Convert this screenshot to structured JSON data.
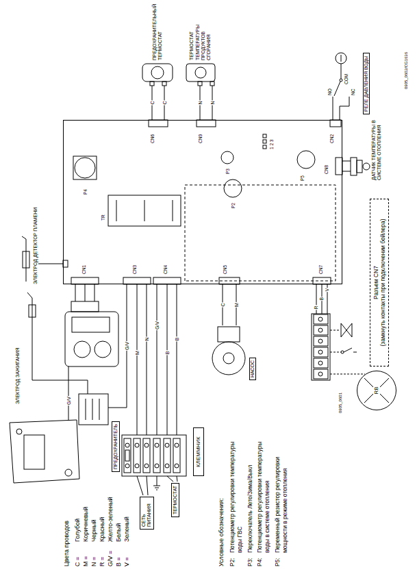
{
  "diagram": {
    "nodes": [
      {
        "text": [
          "P4",
          "TR",
          "P3",
          "P2",
          "P5",
          "CN1",
          "CN2",
          "CN3",
          "CN4",
          "CN5",
          "CN6",
          "CN7",
          "CN8",
          "CN9",
          "1 2 3"
        ]
      },
      {
        "text": [
          "ПРЕДОХРАНИТЕЛЬНЫЙ ТЕРМОСТАТ"
        ]
      },
      {
        "text": [
          "ТЕРМОСТАТ ТЕМПЕРАТУРЫ ПРОДУКТОВ СГОРАНИЯ"
        ]
      },
      {
        "text": [
          "РЕЛЕ ДАВЛЕНИЯ ВОДЫ"
        ]
      },
      {
        "text": [
          "ДАТЧИК ТЕМПЕРАТУРЫ В СИСТЕМЕ ОТОПЛЕНИЯ"
        ]
      },
      {
        "text": [
          "Разъем CN7",
          "(замкнуть контакты при подключении бойлера)"
        ]
      },
      {
        "text": [
          "ЭЛЕКТРОД ДЕТЕКТОР ПЛАМЕНИ"
        ]
      },
      {
        "text": [
          "ЭЛЕКТРОД ЗАЖИГАНИЯ"
        ]
      },
      {
        "text": [
          "НАСОС"
        ]
      },
      {
        "text": [
          "ПРЕДОХРАНИТЕЛЬ"
        ]
      },
      {
        "text": [
          "КЛЕММНИК"
        ]
      },
      {
        "text": [
          "СЕТЬ ПИТАНИЯ"
        ]
      },
      {
        "text": [
          "ТЕРМОСТАТ"
        ]
      },
      {
        "text": [
          "RB"
        ]
      }
    ],
    "edges": [
      {
        "from": 1,
        "to": 0,
        "arrow": "none",
        "label": "C"
      },
      {
        "from": 1,
        "to": 0,
        "arrow": "none",
        "label": "C"
      },
      {
        "from": 2,
        "to": 0,
        "arrow": "none",
        "label": "N"
      },
      {
        "from": 2,
        "to": 0,
        "arrow": "none",
        "label": "N"
      },
      {
        "from": 3,
        "to": 0,
        "arrow": "none"
      },
      {
        "from": 3,
        "to": 0,
        "arrow": "none"
      },
      {
        "from": 4,
        "to": 0,
        "arrow": "none"
      },
      {
        "from": 4,
        "to": 0,
        "arrow": "none"
      },
      {
        "from": 6,
        "to": 0,
        "arrow": "none"
      },
      {
        "from": 8,
        "to": 0,
        "arrow": "none",
        "label": "C"
      },
      {
        "from": 8,
        "to": 0,
        "arrow": "none",
        "label": "M"
      }
    ],
    "labels": [
      "Цвета проводов",
      "C =",
      "Голубой",
      "M =",
      "Коричневый",
      "N =",
      "Черный",
      "R =",
      "Красный",
      "G/V =",
      "Желто-зеленый",
      "B =",
      "Белый",
      "V =",
      "Зеленый",
      "Условные обозначения:",
      "P2:",
      "Потенциометр регулировки температуры воды ГВС",
      "P3:",
      "Переключатель Лето/Зима/Выкл",
      "P4:",
      "Потенциометр регулировки температуры воды в системе отопления",
      "P5:",
      "Переменный резистор регулировки мощности в режиме отопления",
      "NO",
      "NC",
      "COM",
      "G/V",
      "G/V",
      "M",
      "N",
      "G/V",
      "B",
      "B",
      "R",
      "B",
      "V",
      "0905_0602/CG1636",
      "0905_0601"
    ]
  }
}
